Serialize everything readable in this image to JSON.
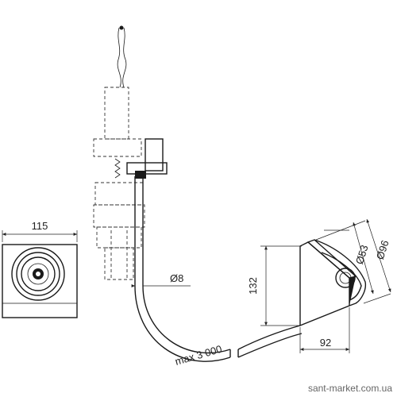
{
  "dimensions": {
    "width_front": "115",
    "pipe_diameter": "Ø8",
    "height": "132",
    "depth": "92",
    "hose_length": "max 3 000",
    "diameter_inner": "Ø53",
    "diameter_outer": "Ø96"
  },
  "watermark": "sant-market.com.ua"
}
